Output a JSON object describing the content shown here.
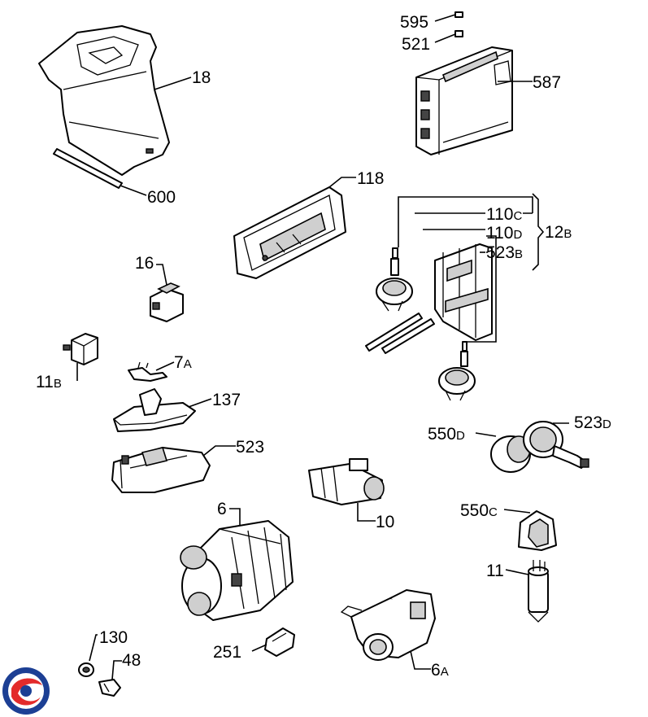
{
  "labels": {
    "p595": "595",
    "p521": "521",
    "p587": "587",
    "p18": "18",
    "p600": "600",
    "p118": "118",
    "p110c_num": "110",
    "p110c_sub": "C",
    "p110d_num": "110",
    "p110d_sub": "D",
    "p12b_num": "12",
    "p12b_sub": "B",
    "p523b_num": "523",
    "p523b_sub": "B",
    "p16": "16",
    "p11b_num": "11",
    "p11b_sub": "B",
    "p7a_num": "7",
    "p7a_sub": "A",
    "p137": "137",
    "p523": "523",
    "p550d_num": "550",
    "p550d_sub": "D",
    "p523d_num": "523",
    "p523d_sub": "D",
    "p6": "6",
    "p10": "10",
    "p550c_num": "550",
    "p550c_sub": "C",
    "p11": "11",
    "p130": "130",
    "p48": "48",
    "p251": "251",
    "p6a_num": "6",
    "p6a_sub": "A"
  },
  "logo": {
    "colors": [
      "#1c3f94",
      "#e32b2b"
    ]
  }
}
